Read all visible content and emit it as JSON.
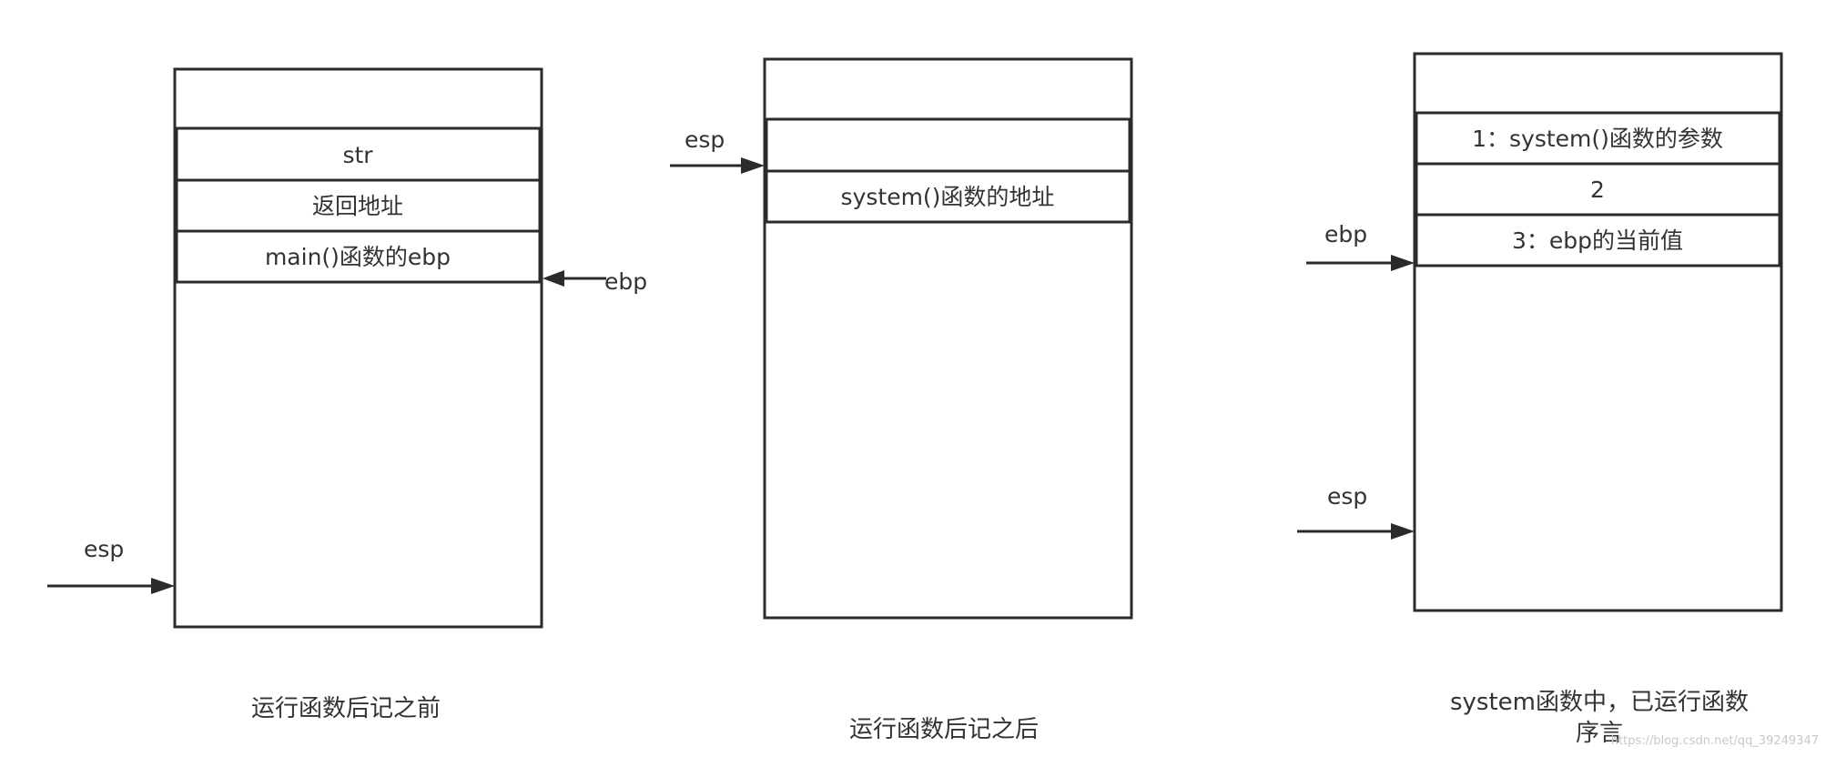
{
  "panels": [
    {
      "cells": [
        "str",
        "返回地址",
        "main()函数的ebp"
      ],
      "pointers": [
        "ebp",
        "esp"
      ],
      "caption_lines": [
        "运行函数后记之前"
      ]
    },
    {
      "cells": [
        "",
        "system()函数的地址"
      ],
      "pointers": [
        "esp"
      ],
      "caption_lines": [
        "运行函数后记之后"
      ]
    },
    {
      "cells": [
        "1：system()函数的参数",
        "2",
        "3：ebp的当前值"
      ],
      "pointers": [
        "ebp",
        "esp"
      ],
      "caption_lines": [
        "system函数中，已运行函数",
        "序言"
      ]
    }
  ],
  "watermark": "https://blog.csdn.net/qq_39249347"
}
